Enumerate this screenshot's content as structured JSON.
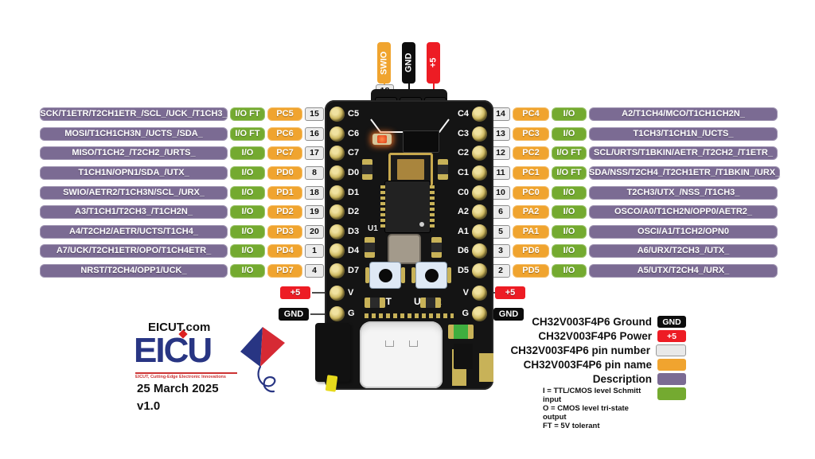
{
  "colors": {
    "purple": "#7b6b93",
    "green": "#74aa30",
    "orange": "#f0a42f",
    "red": "#ed1c24",
    "navy": "#283583"
  },
  "top_header": {
    "pins": [
      {
        "label": "SWIO"
      },
      {
        "label": "GND"
      },
      {
        "label": "+5"
      }
    ],
    "swio_pin_number": "18"
  },
  "pins": {
    "left": [
      {
        "desc": "SCK/T1ETR/T2CH1ETR_/SCL_/UCK_/T1CH3_",
        "io": "I/O FT",
        "name": "PC5",
        "num": "15"
      },
      {
        "desc": "MOSI/T1CH1CH3N_/UCTS_/SDA_",
        "io": "I/O FT",
        "name": "PC6",
        "num": "16"
      },
      {
        "desc": "MISO/T1CH2_/T2CH2_/URTS_",
        "io": "I/O",
        "name": "PC7",
        "num": "17"
      },
      {
        "desc": "T1CH1N/OPN1/SDA_/UTX_",
        "io": "I/O",
        "name": "PD0",
        "num": "8"
      },
      {
        "desc": "SWIO/AETR2/T1CH3N/SCL_/URX_",
        "io": "I/O",
        "name": "PD1",
        "num": "18"
      },
      {
        "desc": "A3/T1CH1/T2CH3_/T1CH2N_",
        "io": "I/O",
        "name": "PD2",
        "num": "19"
      },
      {
        "desc": "A4/T2CH2/AETR/UCTS/T1CH4_",
        "io": "I/O",
        "name": "PD3",
        "num": "20"
      },
      {
        "desc": "A7/UCK/T2CH1ETR/OPO/T1CH4ETR_",
        "io": "I/O",
        "name": "PD4",
        "num": "1"
      },
      {
        "desc": "NRST/T2CH4/OPP1/UCK_",
        "io": "I/O",
        "name": "PD7",
        "num": "4"
      }
    ],
    "right": [
      {
        "num": "14",
        "name": "PC4",
        "io": "I/O",
        "desc": "A2/T1CH4/MCO/T1CH1CH2N_"
      },
      {
        "num": "13",
        "name": "PC3",
        "io": "I/O",
        "desc": "T1CH3/T1CH1N_/UCTS_"
      },
      {
        "num": "12",
        "name": "PC2",
        "io": "I/O FT",
        "desc": "SCL/URTS/T1BKIN/AETR_/T2CH2_/T1ETR_"
      },
      {
        "num": "11",
        "name": "PC1",
        "io": "I/O FT",
        "desc": "SDA/NSS/T2CH4_/T2CH1ETR_/T1BKIN_/URX_"
      },
      {
        "num": "10",
        "name": "PC0",
        "io": "I/O",
        "desc": "T2CH3/UTX_/NSS_/T1CH3_"
      },
      {
        "num": "6",
        "name": "PA2",
        "io": "I/O",
        "desc": "OSCO/A0/T1CH2N/OPP0/AETR2_"
      },
      {
        "num": "5",
        "name": "PA1",
        "io": "I/O",
        "desc": "OSCI/A1/T1CH2/OPN0"
      },
      {
        "num": "3",
        "name": "PD6",
        "io": "I/O",
        "desc": "A6/URX/T2CH3_/UTX_"
      },
      {
        "num": "2",
        "name": "PD5",
        "io": "I/O",
        "desc": "A5/UTX/T2CH4_/URX_"
      }
    ]
  },
  "power": {
    "plus5": "+5",
    "gnd": "GND"
  },
  "board": {
    "left_pads": [
      "C5",
      "C6",
      "C7",
      "D0",
      "D1",
      "D2",
      "D3",
      "D4",
      "D7",
      "V",
      "G"
    ],
    "right_pads": [
      "C4",
      "C3",
      "C2",
      "C1",
      "C0",
      "A2",
      "A1",
      "D6",
      "D5",
      "V",
      "G"
    ],
    "u1": "U1",
    "rst": "RST",
    "user": "USER"
  },
  "legend": {
    "rows": [
      {
        "label": "CH32V003F4P6 Ground",
        "badge": "GND"
      },
      {
        "label": "CH32V003F4P6 Power",
        "badge": "+5"
      },
      {
        "label": "CH32V003F4P6 pin number",
        "badge": ""
      },
      {
        "label": "CH32V003F4P6 pin name",
        "badge": ""
      },
      {
        "label": "Description",
        "badge": ""
      }
    ],
    "notes": [
      "I = TTL/CMOS level Schmitt input",
      "O = CMOS level tri-state output",
      "FT = 5V tolerant"
    ]
  },
  "footer": {
    "site": "EICUT.com",
    "logo_text": "EICU",
    "tagline": "EICUT, Cutting-Edge Electronic Innovations",
    "date": "25 March 2025",
    "version": "v1.0"
  }
}
